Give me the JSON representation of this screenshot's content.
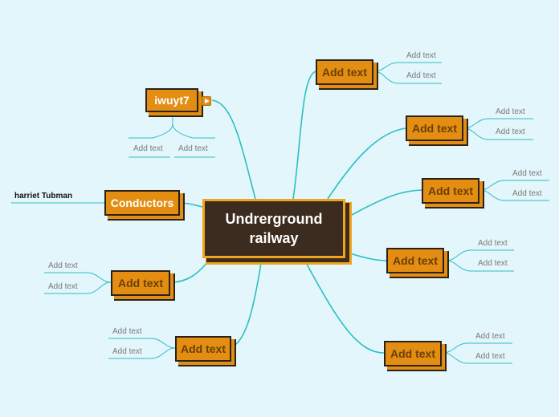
{
  "central": {
    "label": "Undrerground railway"
  },
  "left": {
    "topic1": {
      "label": "iwuyt7",
      "leaves": [
        "Add text",
        "Add text"
      ]
    },
    "conductors": {
      "label": "Conductors",
      "note": "harriet Tubman"
    },
    "topic3": {
      "label": "Add text",
      "leaves": [
        "Add text",
        "Add text"
      ]
    },
    "topic4": {
      "label": "Add text",
      "leaves": [
        "Add text",
        "Add text"
      ]
    }
  },
  "right": [
    {
      "label": "Add text",
      "leaves": [
        "Add text",
        "Add text"
      ]
    },
    {
      "label": "Add text",
      "leaves": [
        "Add text",
        "Add text"
      ]
    },
    {
      "label": "Add text",
      "leaves": [
        "Add text",
        "Add text"
      ]
    },
    {
      "label": "Add text",
      "leaves": [
        "Add text",
        "Add text"
      ]
    },
    {
      "label": "Add text",
      "leaves": [
        "Add text",
        "Add text"
      ]
    }
  ],
  "colors": {
    "background": "#e3f6fb",
    "topic": "#e38d12",
    "central": "#3c2b1f",
    "accent": "#f0a41c",
    "connector": "#2cbfc2"
  },
  "icons": {
    "expand": "expand-arrow-icon"
  }
}
